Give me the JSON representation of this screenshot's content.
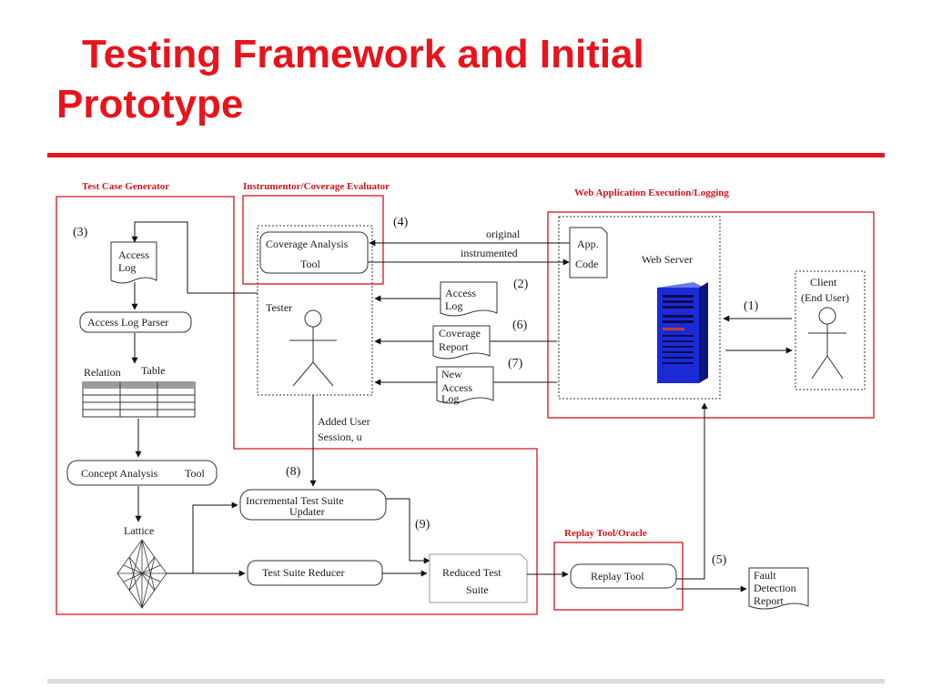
{
  "slide": {
    "title_line1": "Testing Framework and Initial",
    "title_line2": "Prototype"
  },
  "colors": {
    "title": "#e8141b",
    "section_border": "#d4141b",
    "rule_bottom": "#dcdcdc",
    "server_blue": "#1a2bd6"
  },
  "diagram": {
    "sections": {
      "test_case_generator": "Test Case Generator",
      "instrumentor": "Instrumentor/Coverage Evaluator",
      "web_app": "Web Application Execution/Logging",
      "replay": "Replay Tool/Oracle"
    },
    "nodes": {
      "access_log_l1": "Access",
      "access_log_l2": "Log",
      "access_log_parser": "Access Log Parser",
      "relation": "Relation",
      "table": "Table",
      "concept_analysis": "Concept Analysis",
      "concept_tool": "Tool",
      "lattice": "Lattice",
      "coverage_l1": "Coverage Analysis",
      "coverage_l2": "Tool",
      "tester": "Tester",
      "added_user_l1": "Added User",
      "added_user_l2": "Session, u",
      "incremental_l1": "Incremental  Test Suite",
      "incremental_l2": "Updater",
      "reducer": "Test Suite  Reducer",
      "reduced_l1": "Reduced Test",
      "reduced_l2": "Suite",
      "replay_tool": "Replay Tool",
      "fault_l1": "Fault",
      "fault_l2": "Detection",
      "fault_l3": "Report",
      "original": "original",
      "instrumented": "instrumented",
      "app_code_l1": "App.",
      "app_code_l2": "Code",
      "web_server": "Web Server",
      "client_l1": "Client",
      "client_l2": "(End User)",
      "doc2_l1": "Access",
      "doc2_l2": "Log",
      "doc6_l1": "Coverage",
      "doc6_l2": "Report",
      "doc7_l1": "New",
      "doc7_l2": "Access",
      "doc7_l3": "Log"
    },
    "step_numbers": {
      "n1": "(1)",
      "n2": "(2)",
      "n3": "(3)",
      "n4": "(4)",
      "n5": "(5)",
      "n6": "(6)",
      "n7": "(7)",
      "n8": "(8)",
      "n9": "(9)"
    }
  }
}
